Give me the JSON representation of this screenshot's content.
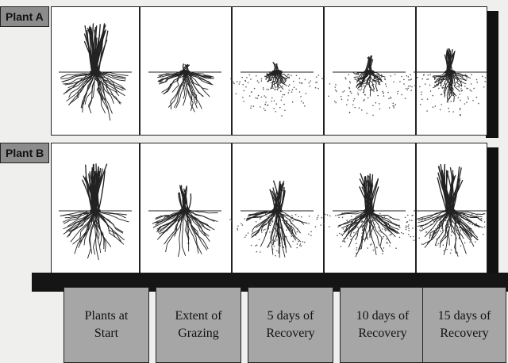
{
  "panels": [
    {
      "label": "Plant A"
    },
    {
      "label": "Plant B"
    }
  ],
  "stages": [
    {
      "label": "Plants at\nStart"
    },
    {
      "label": "Extent of\nGrazing"
    },
    {
      "label": "5 days of\nRecovery"
    },
    {
      "label": "10 days of\nRecovery"
    },
    {
      "label": "15 days of\nRecovery"
    }
  ],
  "plants": {
    "plant_a": [
      {
        "shoot": 1.0,
        "root": 1.0,
        "soil_dots": false
      },
      {
        "shoot": 0.12,
        "root": 0.85,
        "soil_dots": false
      },
      {
        "shoot": 0.15,
        "root": 0.35,
        "soil_dots": true
      },
      {
        "shoot": 0.3,
        "root": 0.45,
        "soil_dots": true
      },
      {
        "shoot": 0.45,
        "root": 0.55,
        "soil_dots": true
      }
    ],
    "plant_b": [
      {
        "shoot": 1.0,
        "root": 1.0,
        "soil_dots": false
      },
      {
        "shoot": 0.5,
        "root": 0.95,
        "soil_dots": false
      },
      {
        "shoot": 0.6,
        "root": 0.9,
        "soil_dots": true
      },
      {
        "shoot": 0.75,
        "root": 0.95,
        "soil_dots": true
      },
      {
        "shoot": 0.95,
        "root": 1.0,
        "soil_dots": true
      }
    ]
  },
  "colors": {
    "ink": "#222222",
    "label_fill": "#a6a6a6",
    "tag_fill": "#8c8c8c",
    "base_bar": "#151515"
  }
}
